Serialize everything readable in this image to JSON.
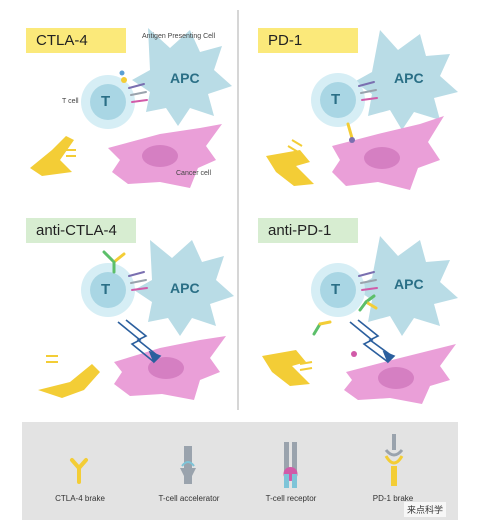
{
  "panels": {
    "ctla4": {
      "title": "CTLA-4",
      "apc_caption": "Antigen Presenting Cell",
      "tcell_caption": "T cell",
      "cancer_caption": "Cancer cell"
    },
    "pd1": {
      "title": "PD-1"
    },
    "anti_ctla4": {
      "title": "anti-CTLA-4"
    },
    "anti_pd1": {
      "title": "anti-PD-1"
    }
  },
  "cells": {
    "t_label": "T",
    "apc_label": "APC"
  },
  "legend": {
    "items": [
      {
        "label": "CTLA-4 brake",
        "icon": "ctla4-brake-icon"
      },
      {
        "label": "T-cell accelerator",
        "icon": "tcell-accelerator-icon"
      },
      {
        "label": "T-cell receptor",
        "icon": "tcell-receptor-icon"
      },
      {
        "label": "PD-1 brake",
        "icon": "pd1-brake-icon"
      }
    ]
  },
  "watermark": {
    "text": "来点科学"
  },
  "colors": {
    "tag_yellow": "#fbe97a",
    "tag_green": "#d7edd1",
    "t_cell": "#bfe3ee",
    "apc": "#b9dce6",
    "cancer": "#ea9fd8",
    "brake_yellow": "#f3cd36",
    "arrow_blue": "#2b5f9e"
  }
}
